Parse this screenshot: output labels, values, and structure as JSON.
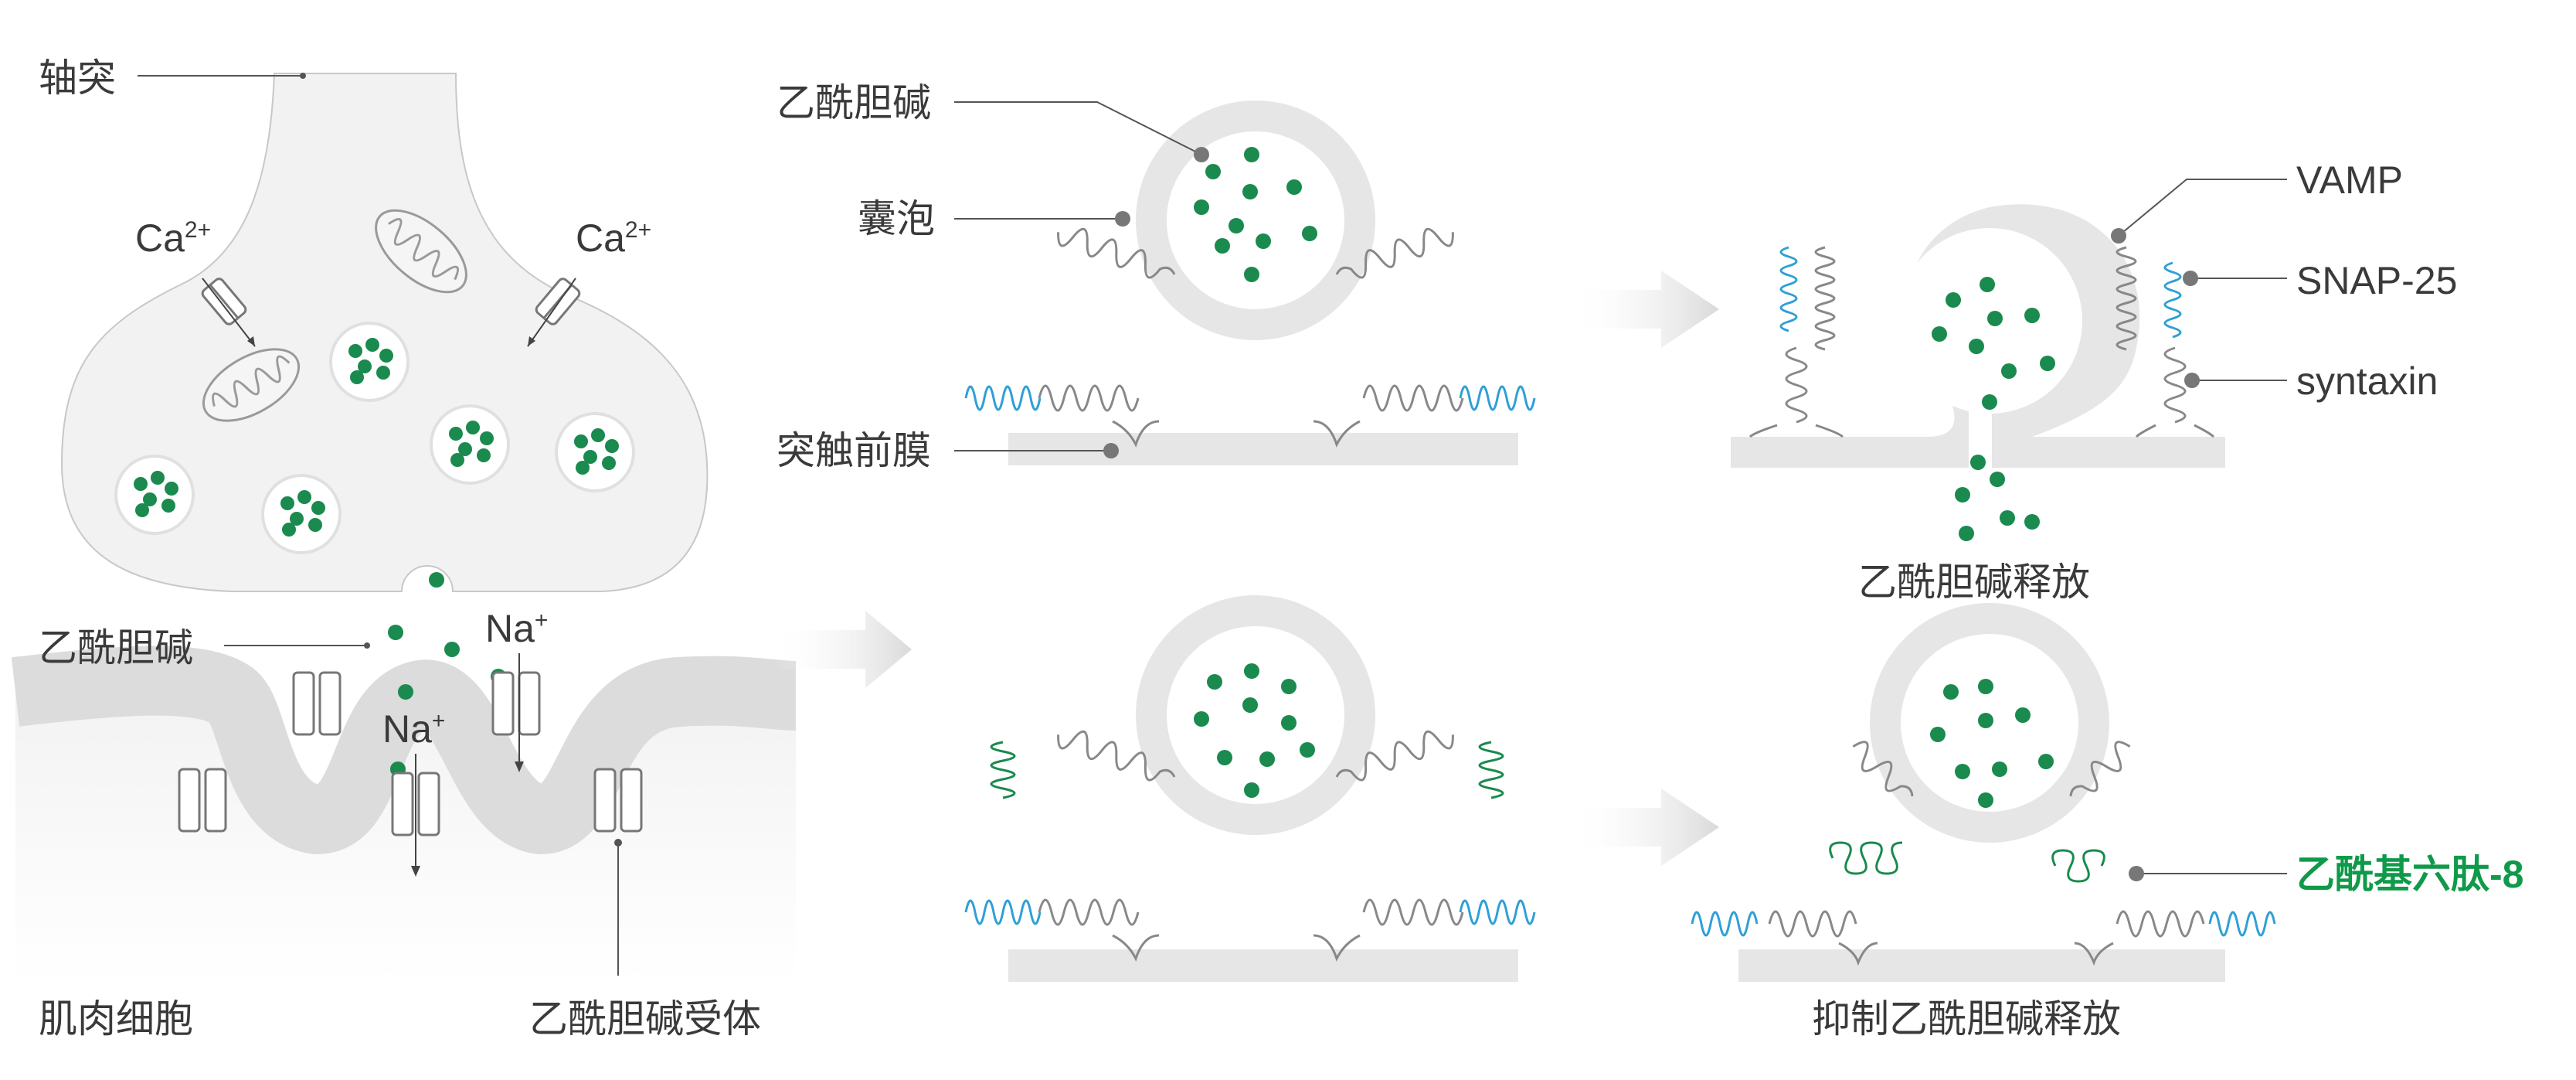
{
  "labels": {
    "axon": "轴突",
    "ca_left": "Ca",
    "ca_right": "Ca",
    "ca_charge": "2+",
    "na_upper": "Na",
    "na_lower": "Na",
    "na_charge": "+",
    "ach_left": "乙酰胆碱",
    "muscle": "肌肉细胞",
    "ach_receptor": "乙酰胆碱受体",
    "ach_top": "乙酰胆碱",
    "vesicle": "囊泡",
    "presynaptic": "突触前膜",
    "vamp": "VAMP",
    "snap25": "SNAP-25",
    "syntaxin": "syntaxin",
    "release": "乙酰胆碱释放",
    "peptide": "乙酰基六肽-8",
    "inhibit": "抑制乙酰胆碱释放"
  },
  "colors": {
    "green": "#1a8a4e",
    "green_label": "#0f9a4a",
    "blue_coil": "#2f9fd6",
    "grey_membrane": "#e6e6e6",
    "grey_line": "#8a8a8a",
    "text": "#3a3a3a"
  }
}
